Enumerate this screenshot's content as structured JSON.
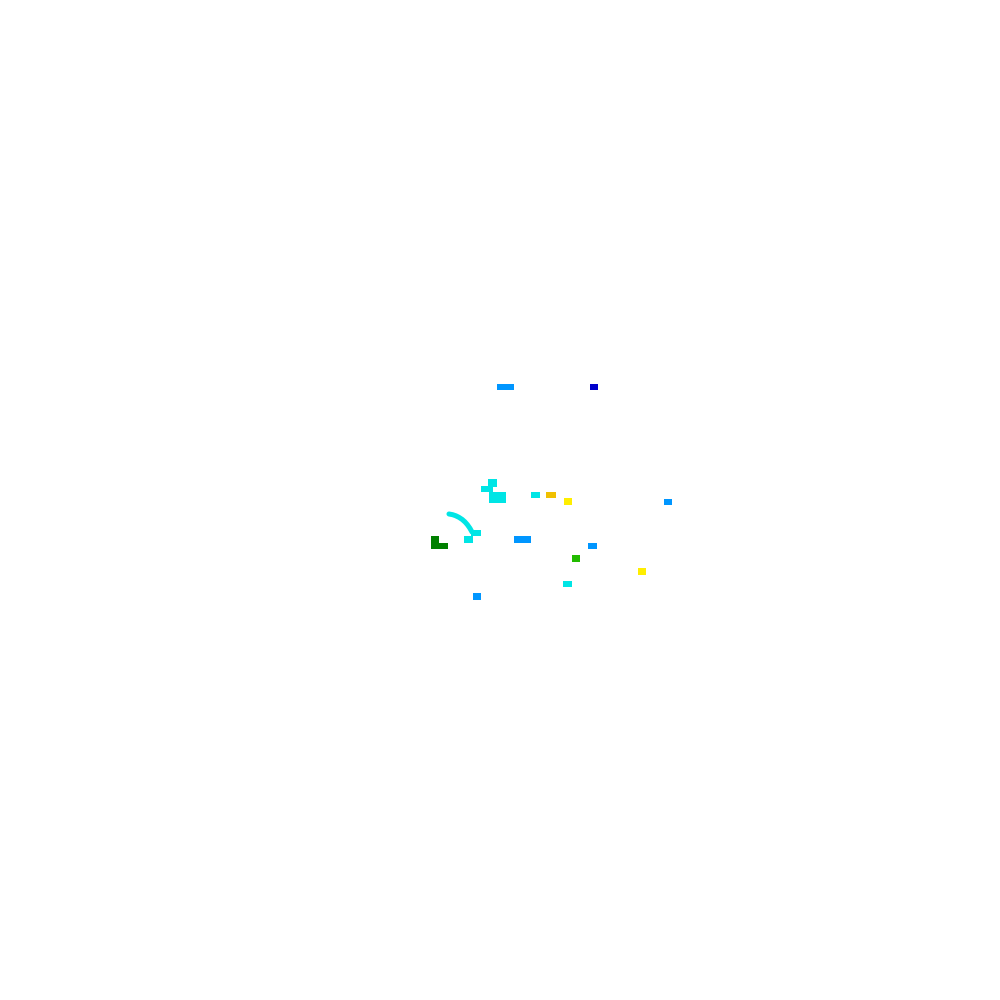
{
  "colors": {
    "background": "#ffffff",
    "cyan": "#00e5e5",
    "sky_blue": "#0096ff",
    "dark_blue": "#0000cc",
    "green": "#008000",
    "bright_green": "#22bb00",
    "yellow": "#ffee00",
    "amber": "#f0c000"
  },
  "blips": [
    {
      "name": "blip-sky-blue-1",
      "color": "sky_blue"
    },
    {
      "name": "blip-dark-blue-1",
      "color": "dark_blue"
    },
    {
      "name": "blip-cyan-1",
      "color": "cyan"
    },
    {
      "name": "blip-cyan-2",
      "color": "cyan"
    },
    {
      "name": "blip-cyan-3",
      "color": "cyan"
    },
    {
      "name": "blip-cyan-4",
      "color": "cyan"
    },
    {
      "name": "blip-amber-1",
      "color": "amber"
    },
    {
      "name": "blip-yellow-1",
      "color": "yellow"
    },
    {
      "name": "blip-sky-blue-2",
      "color": "sky_blue"
    },
    {
      "name": "blip-cyan-5",
      "color": "cyan"
    },
    {
      "name": "blip-cyan-6",
      "color": "cyan"
    },
    {
      "name": "blip-green-1",
      "color": "green"
    },
    {
      "name": "blip-green-2",
      "color": "green"
    },
    {
      "name": "blip-sky-blue-3",
      "color": "sky_blue"
    },
    {
      "name": "blip-sky-blue-4",
      "color": "sky_blue"
    },
    {
      "name": "blip-bright-green-1",
      "color": "bright_green"
    },
    {
      "name": "blip-yellow-2",
      "color": "yellow"
    },
    {
      "name": "blip-cyan-7",
      "color": "cyan"
    },
    {
      "name": "blip-sky-blue-5",
      "color": "sky_blue"
    }
  ],
  "trail": {
    "name": "cyan-arc-trail",
    "color": "cyan"
  }
}
